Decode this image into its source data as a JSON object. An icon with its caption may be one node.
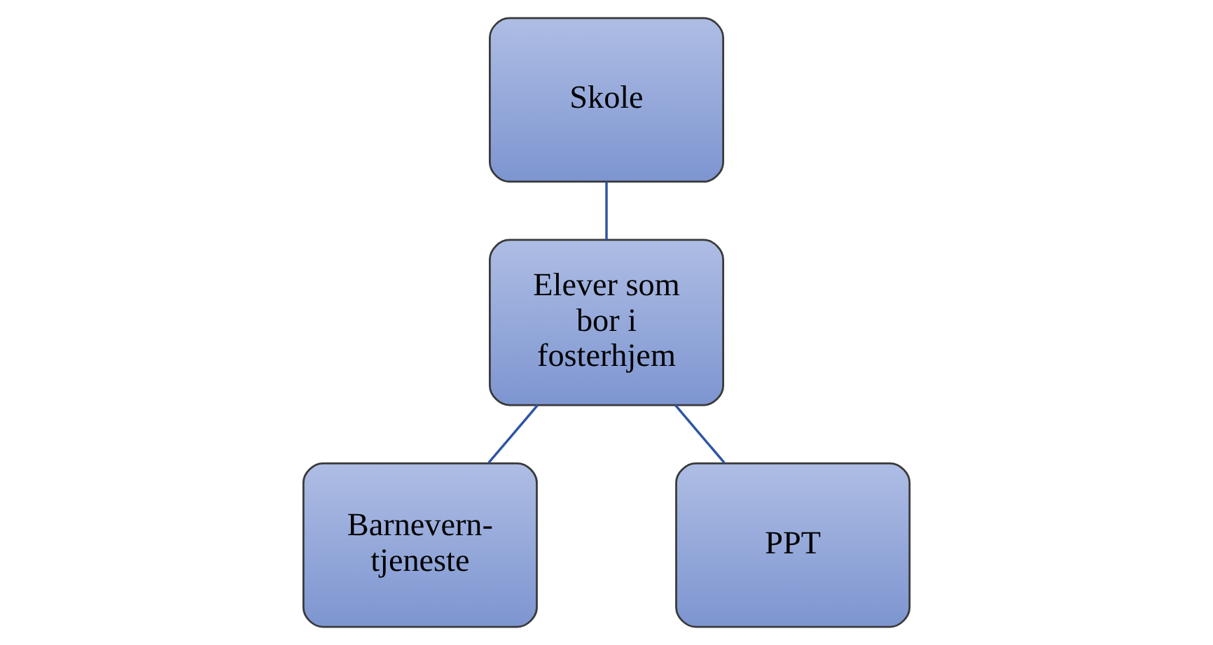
{
  "diagram": {
    "nodes": [
      {
        "text": [
          "Skole"
        ]
      },
      {
        "text": [
          "Elever som bor i fosterhjem"
        ]
      },
      {
        "text": [
          "Barnevern- tjeneste"
        ]
      },
      {
        "text": [
          "PPT"
        ]
      }
    ],
    "edges": [
      {
        "from": 0,
        "to": 1,
        "arrow": "none"
      },
      {
        "from": 1,
        "to": 2,
        "arrow": "none"
      },
      {
        "from": 1,
        "to": 3,
        "arrow": "none"
      }
    ]
  }
}
